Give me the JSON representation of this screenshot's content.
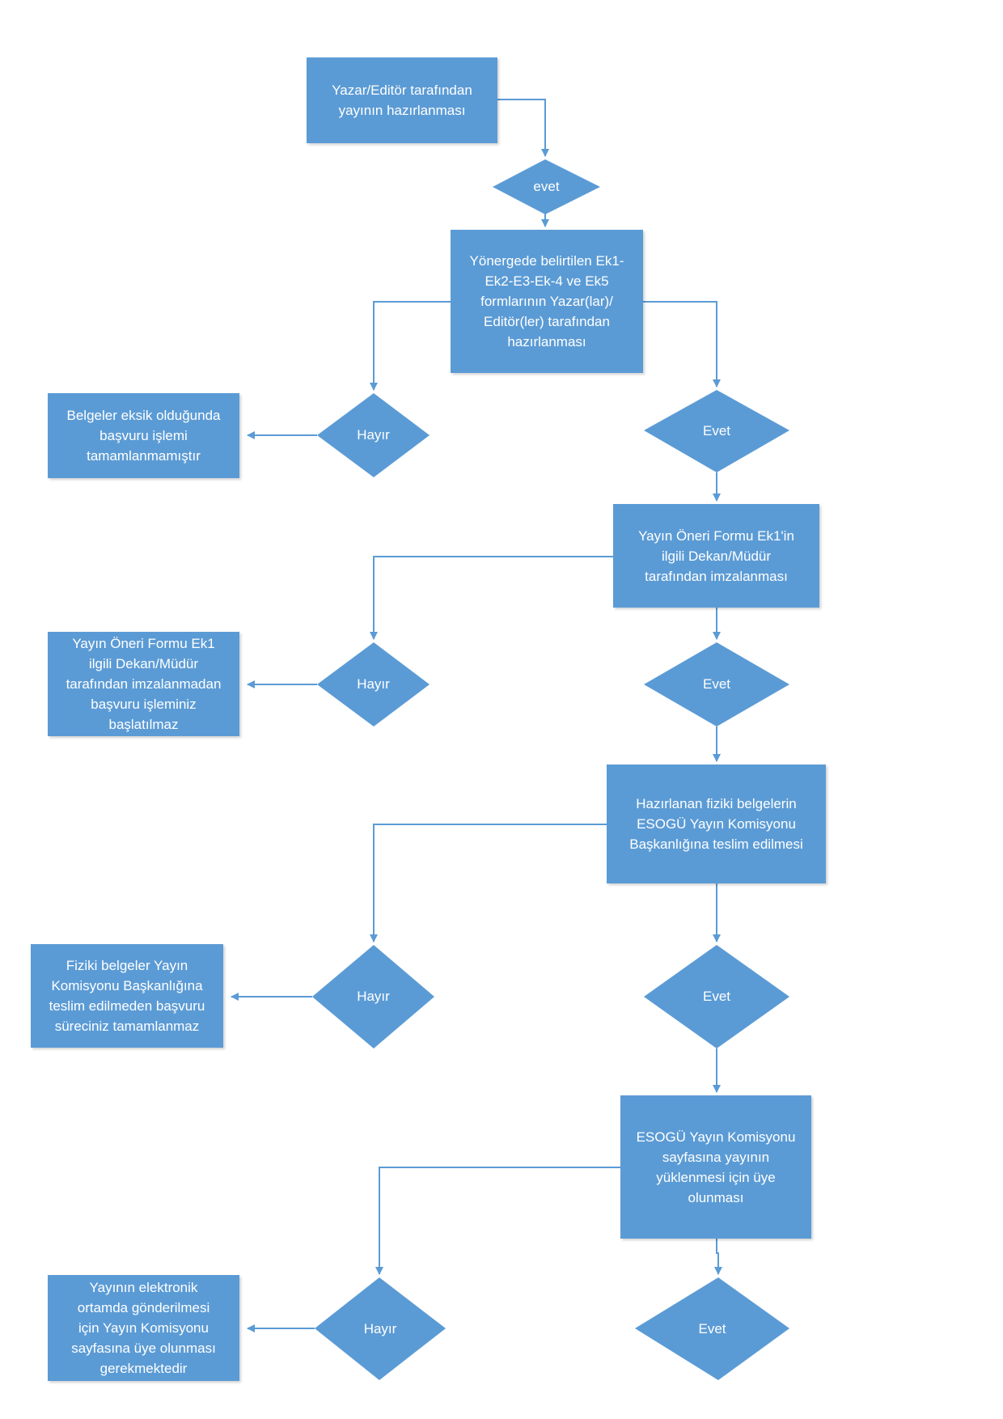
{
  "boxes": {
    "start": "Yazar/Editör tarafından\nyayının hazırlanması",
    "forms": "Yönergede belirtilen Ek1-\nEk2-E3-Ek-4 ve Ek5\nformlarının Yazar(lar)/\nEditör(ler) tarafından\nhazırlanması",
    "missing_docs": "Belgeler eksik olduğunda\nbaşvuru işlemi\ntamamlanmamıştır",
    "ek1_sign": "Yayın Öneri Formu Ek1'in\nilgili Dekan/Müdür\ntarafından imzalanması",
    "ek1_unsigned": "Yayın Öneri Formu Ek1\nilgili Dekan/Müdür\ntarafından imzalanmadan\nbaşvuru işleminiz\nbaşlatılmaz",
    "deliver": "Hazırlanan fiziki belgelerin\nESOGÜ Yayın Komisyonu\nBaşkanlığına teslim edilmesi",
    "not_delivered": "Fiziki belgeler Yayın\nKomisyonu Başkanlığına\nteslim edilmeden başvuru\nsüreciniz tamamlanmaz",
    "register": "ESOGÜ Yayın Komisyonu\nsayfasına yayının\nyüklenmesi için üye\nolunması",
    "must_register": "Yayının elektronik\nortamda gönderilmesi\niçin Yayın Komisyonu\nsayfasına üye olunması\ngerekmektedir"
  },
  "decisions": {
    "d0": "evet",
    "d1_no": "Hayır",
    "d1_yes": "Evet",
    "d2_no": "Hayır",
    "d2_yes": "Evet",
    "d3_no": "Hayır",
    "d3_yes": "Evet",
    "d4_no": "Hayır",
    "d4_yes": "Evet"
  },
  "colors": {
    "shape_fill": "#5b9bd5",
    "connector": "#5b9bd5",
    "text": "#ffffff"
  }
}
